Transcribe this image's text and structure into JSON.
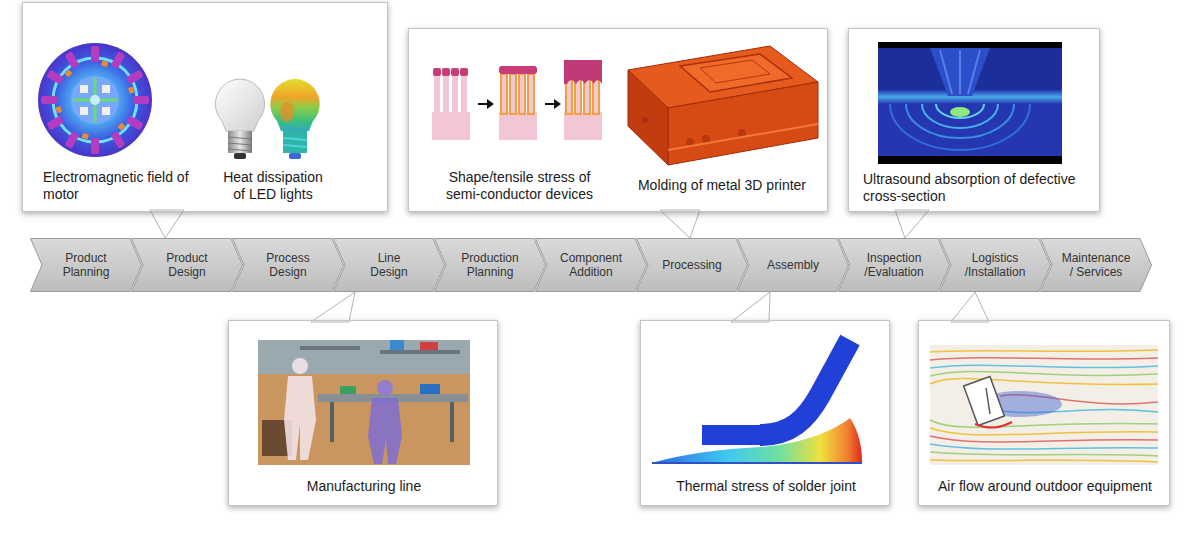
{
  "diagram": {
    "nodes": [
      {
        "text": [
          "Electromagnetic field of motor",
          "Heat dissipation of LED lights"
        ]
      },
      {
        "text": [
          "Shape/tensile stress of semi-conductor devices",
          "Molding of metal 3D printer"
        ]
      },
      {
        "text": [
          "Ultrasound absorption of defective cross-section"
        ]
      },
      {
        "text": [
          "Product Planning"
        ]
      },
      {
        "text": [
          "Product Design"
        ]
      },
      {
        "text": [
          "Process Design"
        ]
      },
      {
        "text": [
          "Line Design"
        ]
      },
      {
        "text": [
          "Production Planning"
        ]
      },
      {
        "text": [
          "Component Addition"
        ]
      },
      {
        "text": [
          "Processing"
        ]
      },
      {
        "text": [
          "Assembly"
        ]
      },
      {
        "text": [
          "Inspection /Evaluation"
        ]
      },
      {
        "text": [
          "Logistics /Installation"
        ]
      },
      {
        "text": [
          "Maintenance / Services"
        ]
      },
      {
        "text": [
          "Manufacturing line"
        ]
      },
      {
        "text": [
          "Thermal stress of solder joint"
        ]
      },
      {
        "text": [
          "Air flow around outdoor equipment"
        ]
      }
    ],
    "edges": [
      {
        "from": 0,
        "to": 4,
        "arrow": "to"
      },
      {
        "from": 1,
        "to": 9,
        "arrow": "to"
      },
      {
        "from": 2,
        "to": 11,
        "arrow": "to"
      },
      {
        "from": 14,
        "to": 6,
        "arrow": "to"
      },
      {
        "from": 15,
        "to": 10,
        "arrow": "to"
      },
      {
        "from": 16,
        "to": 12,
        "arrow": "to"
      }
    ]
  }
}
